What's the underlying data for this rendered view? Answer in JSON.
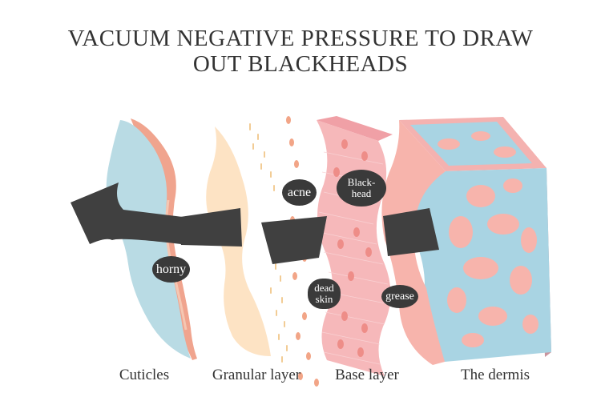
{
  "title": {
    "line1": "VACUUM NEGATIVE PRESSURE TO DRAW",
    "line2": "OUT BLACKHEADS"
  },
  "bubbles": {
    "acne": "acne",
    "blackhead_1": "Black-",
    "blackhead_2": "head",
    "horny": "horny",
    "deadskin_1": "dead",
    "deadskin_2": "skin",
    "grease": "grease"
  },
  "captions": {
    "cuticles": "Cuticles",
    "granular": "Granular layer",
    "base": "Base layer",
    "dermis": "The dermis"
  },
  "colors": {
    "arrow": "#404040",
    "cuticle_blue": "#b9dbe4",
    "cuticle_edge": "#f0a48e",
    "granular": "#fde3c4",
    "base_pink": "#f6b8ba",
    "dermis_blue": "#a9d4e3",
    "dermis_pink": "#f7b4ac"
  }
}
